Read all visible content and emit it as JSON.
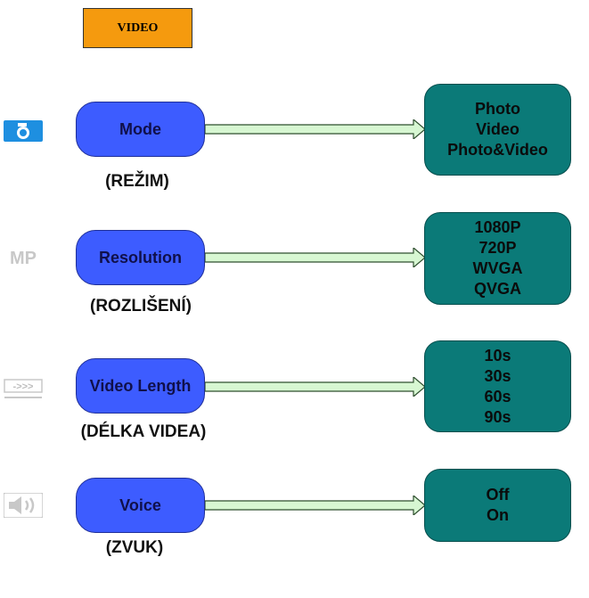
{
  "header": {
    "label": "VIDEO"
  },
  "rows": [
    {
      "key": "mode",
      "icon": "camera-icon",
      "label": "Mode",
      "caption": "(REŽIM)",
      "options": [
        "Photo",
        "Video",
        "Photo&Video"
      ]
    },
    {
      "key": "resolution",
      "icon": "megapixel-icon",
      "label": "Resolution",
      "caption": "(ROZLIŠENÍ)",
      "options": [
        "1080P",
        "720P",
        "WVGA",
        "QVGA"
      ]
    },
    {
      "key": "length",
      "icon": "video-length-icon",
      "label": "Video Length",
      "caption": "(DÉLKA VIDEA)",
      "options": [
        "10s",
        "30s",
        "60s",
        "90s"
      ]
    },
    {
      "key": "voice",
      "icon": "speaker-icon",
      "label": "Voice",
      "caption": "(ZVUK)",
      "options": [
        "Off",
        "On"
      ]
    }
  ],
  "colors": {
    "header": "#f59a0e",
    "pill": "#3d5cff",
    "options": "#0b7a78",
    "arrow": "#d7f7d2"
  }
}
